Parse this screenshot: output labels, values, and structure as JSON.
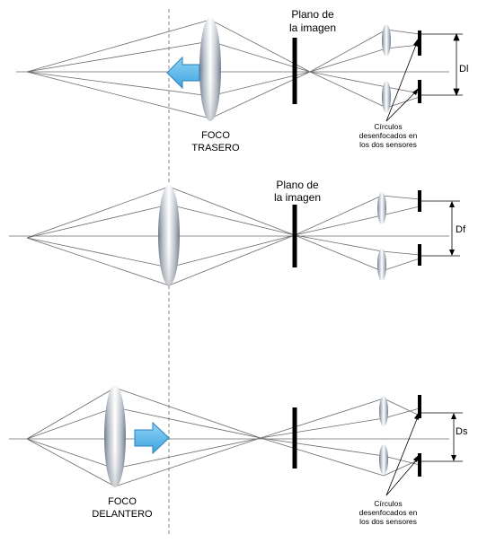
{
  "panels": [
    {
      "id": "rear",
      "plane_label_1": "Plano de",
      "plane_label_2": "la imagen",
      "focus_label_1": "FOCO",
      "focus_label_2": "TRASERO",
      "dimension_label": "Dl",
      "note_1": "Círculos",
      "note_2": "desenfocados en",
      "note_3": "los dos sensores",
      "arrow_direction": "left"
    },
    {
      "id": "focused",
      "plane_label_1": "Plano de",
      "plane_label_2": "la imagen",
      "dimension_label": "Df"
    },
    {
      "id": "front",
      "focus_label_1": "FOCO",
      "focus_label_2": "DELANTERO",
      "dimension_label": "Ds",
      "note_1": "Círculos",
      "note_2": "desenfocados en",
      "note_3": "los dos sensores",
      "arrow_direction": "right"
    }
  ],
  "colors": {
    "arrow_fill": "#5bb8ec",
    "arrow_stroke": "#2a7fb8",
    "lens_edge": "#6f7a88",
    "lens_center": "#ffffff"
  }
}
